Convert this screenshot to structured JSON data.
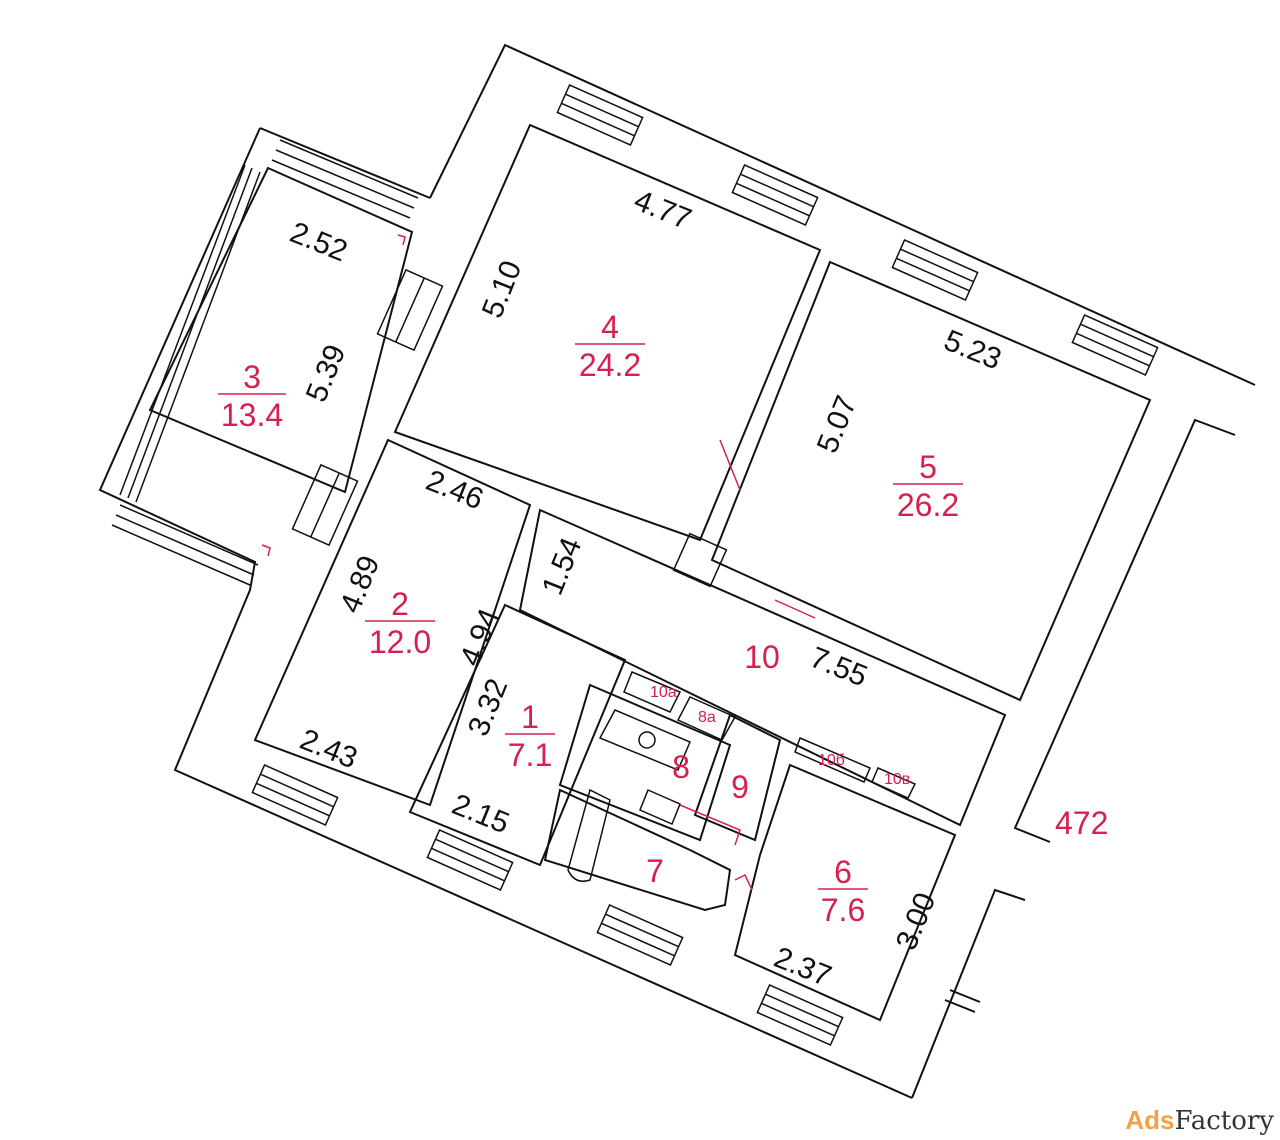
{
  "rooms": [
    {
      "number": "1",
      "area": "7.1"
    },
    {
      "number": "2",
      "area": "12.0"
    },
    {
      "number": "3",
      "area": "13.4"
    },
    {
      "number": "4",
      "area": "24.2"
    },
    {
      "number": "5",
      "area": "26.2"
    },
    {
      "number": "6",
      "area": "7.6"
    },
    {
      "number": "7"
    },
    {
      "number": "8"
    },
    {
      "number": "8a"
    },
    {
      "number": "9"
    },
    {
      "number": "10"
    },
    {
      "number": "10a"
    },
    {
      "number": "10б"
    },
    {
      "number": "10в"
    }
  ],
  "dimensions": [
    "2.52",
    "5.39",
    "4.77",
    "5.10",
    "5.23",
    "5.07",
    "2.46",
    "1.54",
    "4.89",
    "4.94",
    "3.32",
    "2.43",
    "2.15",
    "7.55",
    "2.37",
    "3.00"
  ],
  "stair_label": "472",
  "watermark": {
    "part1": "Ads",
    "part2": "Factory"
  }
}
